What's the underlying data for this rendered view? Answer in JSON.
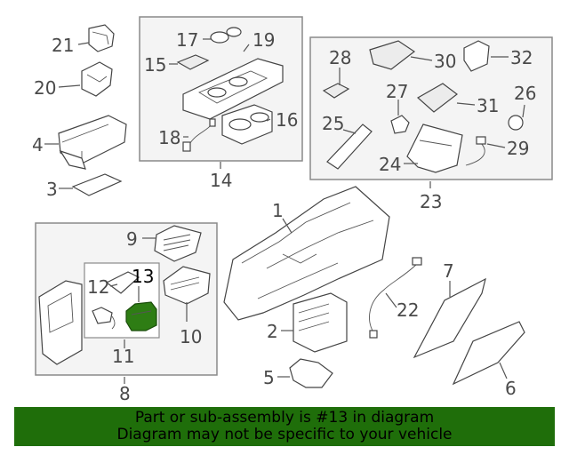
{
  "callouts": {
    "c1": "1",
    "c2": "2",
    "c3": "3",
    "c4": "4",
    "c5": "5",
    "c6": "6",
    "c7": "7",
    "c8": "8",
    "c9": "9",
    "c10": "10",
    "c11": "11",
    "c12": "12",
    "c13": "13",
    "c14": "14",
    "c15": "15",
    "c16": "16",
    "c17": "17",
    "c18": "18",
    "c19": "19",
    "c20": "20",
    "c21": "21",
    "c22": "22",
    "c23": "23",
    "c24": "24",
    "c25": "25",
    "c26": "26",
    "c27": "27",
    "c28": "28",
    "c29": "29",
    "c30": "30",
    "c31": "31",
    "c32": "32"
  },
  "highlight": {
    "part": "13",
    "color": "#2e7d14"
  },
  "banner": {
    "line1": "Part or sub-assembly is #13 in diagram",
    "line2": "Diagram may not be specific to your vehicle",
    "background": "#1f6e0a",
    "text_color": "#000000"
  }
}
